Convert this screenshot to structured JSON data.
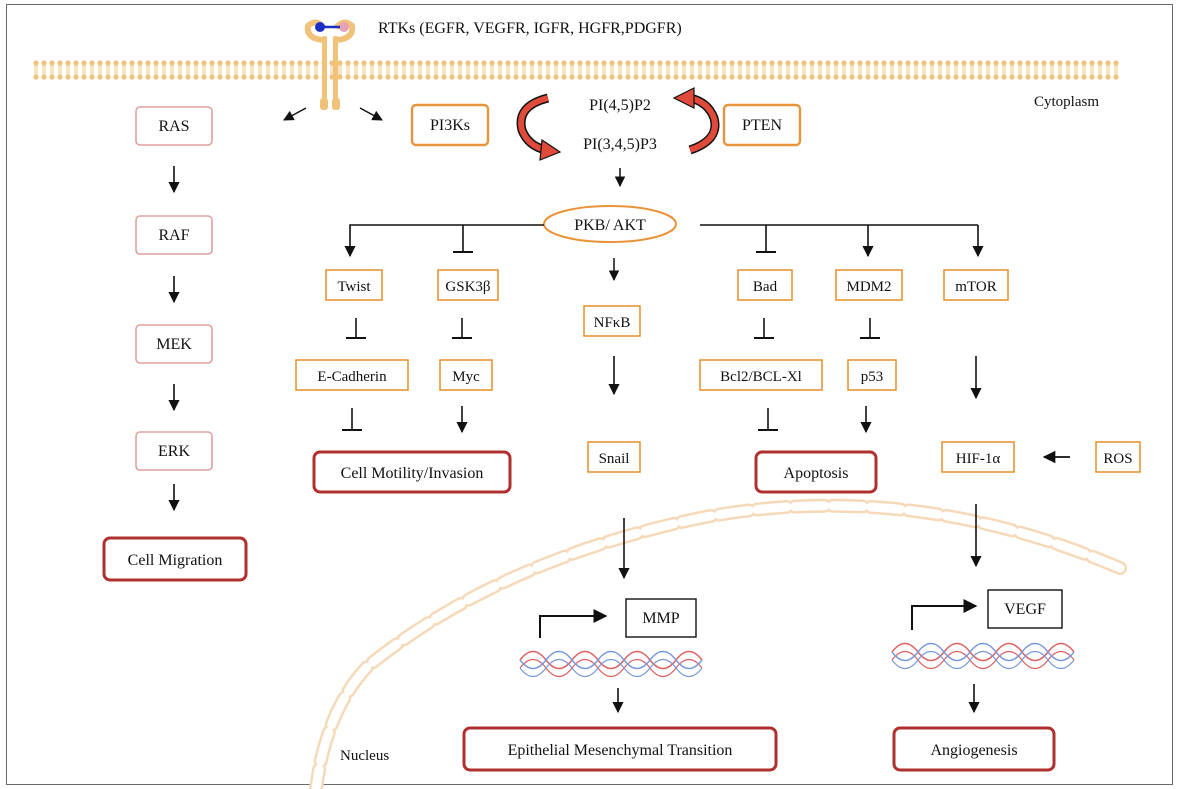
{
  "title": "RTKs (EGFR, VEGFR, IGFR, HGFR,PDGFR)",
  "region_labels": {
    "cytoplasm": "Cytoplasm",
    "nucleus": "Nucleus"
  },
  "lipids": {
    "p2": "PI(4,5)P2",
    "p3": "PI(3,4,5)P3"
  },
  "ras_pathway": {
    "ras": "RAS",
    "raf": "RAF",
    "mek": "MEK",
    "erk": "ERK",
    "outcome": "Cell Migration"
  },
  "nodes": {
    "pi3k": "PI3Ks",
    "pten": "PTEN",
    "akt": "PKB/ AKT",
    "twist": "Twist",
    "gsk3b": "GSK3β",
    "nfkb": "NFκB",
    "bad": "Bad",
    "mdm2": "MDM2",
    "mtor": "mTOR",
    "ecadherin": "E-Cadherin",
    "myc": "Myc",
    "bcl2": "Bcl2/BCL-Xl",
    "p53": "p53",
    "snail": "Snail",
    "hif1a": "HIF-1α",
    "ros": "ROS",
    "mmp": "MMP",
    "vegf": "VEGF"
  },
  "outcomes": {
    "motility": "Cell Motility/Invasion",
    "apoptosis": "Apoptosis",
    "emt": "Epithelial Mesenchymal Transition",
    "angiogenesis": "Angiogenesis"
  },
  "colors": {
    "orange": "#e8943a",
    "pink": "#e0a0a0",
    "darkred": "#b03030",
    "membrane": "#f0c27a",
    "nucleus": "#f5d9b8",
    "arrow_red": "#e04a3a",
    "dna_red": "#e06060",
    "dna_blue": "#7a9ae0"
  }
}
